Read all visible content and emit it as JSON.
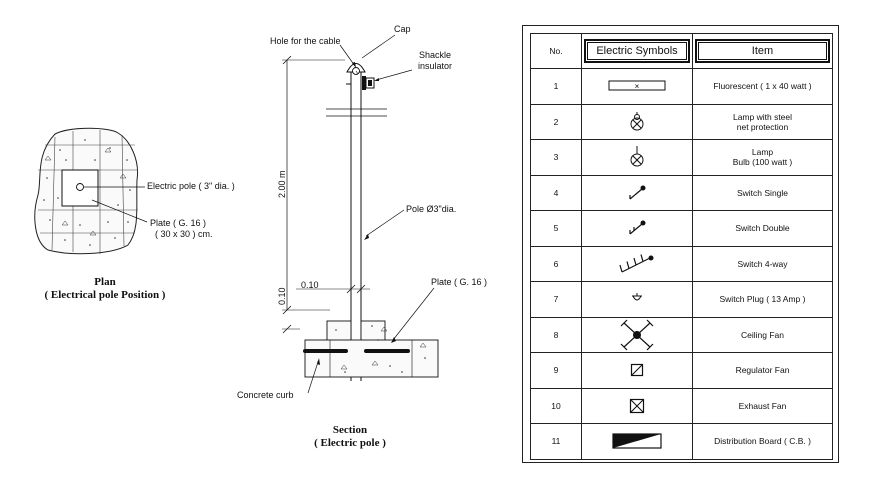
{
  "plan": {
    "title": "Plan",
    "subtitle": "( Electrical pole Position )",
    "pole_label": "Electric pole ( 3\" dia. )",
    "plate_label_1": "Plate ( G. 16 )",
    "plate_label_2": "( 30 x 30 ) cm."
  },
  "section": {
    "title": "Section",
    "subtitle": "( Electric pole )",
    "cap": "Cap",
    "hole": "Hole for the cable",
    "shackle_1": "Shackle",
    "shackle_2": "insulator",
    "height": "2.00 m",
    "pole": "Pole",
    "pole_dia": "Ø3\"dia.",
    "dim_h": "0.10",
    "dim_v": "0.10",
    "plate": "Plate ( G. 16 )",
    "curb": "Concrete curb"
  },
  "legend": {
    "headers": {
      "no": "No.",
      "symbol": "Electric Symbols",
      "item": "Item"
    },
    "rows": [
      {
        "no": "1",
        "symbol": "fluorescent-icon",
        "item": "Fluorescent ( 1 x 40 watt )"
      },
      {
        "no": "2",
        "symbol": "lamp-steel-net-icon",
        "item": "Lamp with steel\nnet protection"
      },
      {
        "no": "3",
        "symbol": "lamp-bulb-icon",
        "item": "Lamp\nBulb (100 watt )"
      },
      {
        "no": "4",
        "symbol": "switch-single-icon",
        "item": "Switch Single"
      },
      {
        "no": "5",
        "symbol": "switch-double-icon",
        "item": "Switch Double"
      },
      {
        "no": "6",
        "symbol": "switch-4way-icon",
        "item": "Switch  4-way"
      },
      {
        "no": "7",
        "symbol": "switch-plug-icon",
        "item": "Switch Plug ( 13 Amp )"
      },
      {
        "no": "8",
        "symbol": "ceiling-fan-icon",
        "item": "Ceiling Fan"
      },
      {
        "no": "9",
        "symbol": "regulator-fan-icon",
        "item": "Regulator Fan"
      },
      {
        "no": "10",
        "symbol": "exhaust-fan-icon",
        "item": "Exhaust Fan"
      },
      {
        "no": "11",
        "symbol": "distribution-board-icon",
        "item": "Distribution Board  ( C.B. )"
      }
    ]
  }
}
